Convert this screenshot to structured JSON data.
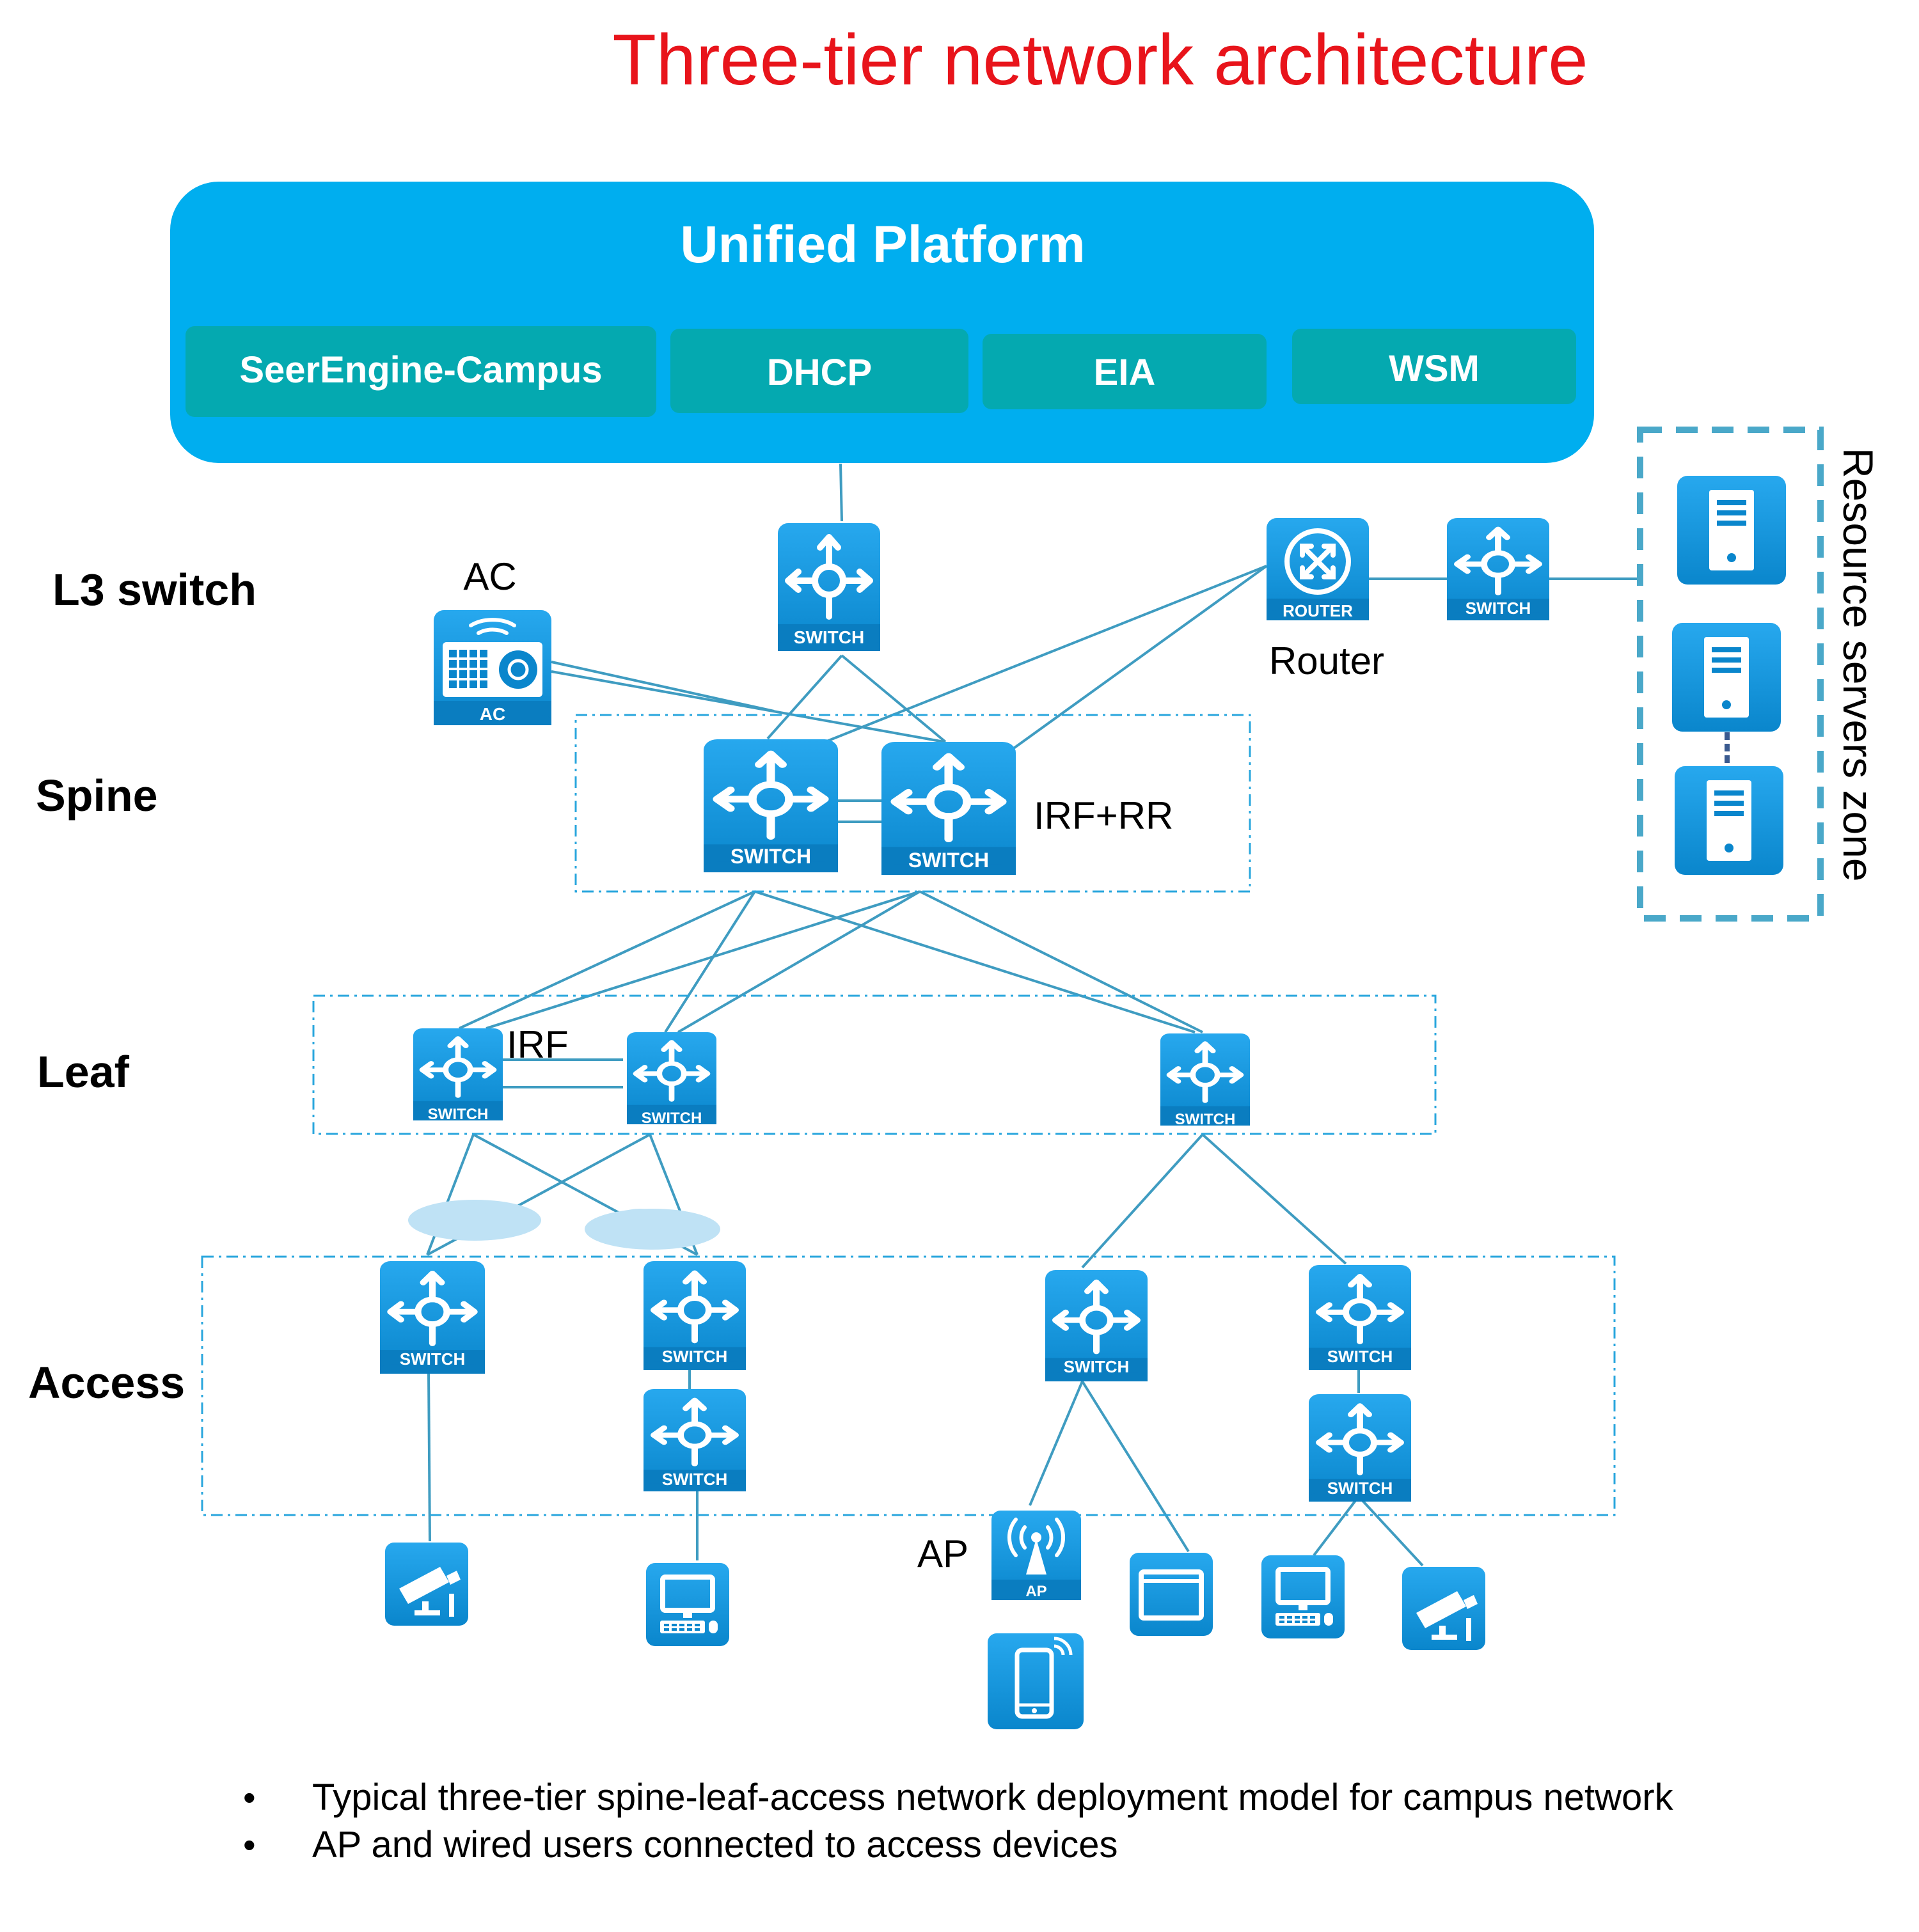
{
  "title": "Three-tier network architecture",
  "platform": {
    "title": "Unified Platform",
    "modules": [
      "SeerEngine-Campus",
      "DHCP",
      "EIA",
      "WSM"
    ]
  },
  "tiers": {
    "l3": "L3 switch",
    "spine": "Spine",
    "leaf": "Leaf",
    "access": "Access"
  },
  "labels": {
    "ac": "AC",
    "router": "Router",
    "irf_rr": "IRF+RR",
    "irf": "IRF",
    "ap": "AP",
    "resource_zone": "Resource servers zone"
  },
  "device_captions": {
    "switch": "SWITCH",
    "router": "ROUTER",
    "ac": "AC",
    "ap": "AP"
  },
  "notes": [
    "Typical three-tier spine-leaf-access network deployment model for campus network",
    "AP and wired users connected to access devices"
  ],
  "colors": {
    "title": "#e8141b",
    "platform": "#00aeef",
    "module": "#04a9b0",
    "device": "#0b8fd5",
    "link": "#3f9cc1",
    "zone_border": "#29a6dd",
    "resource_border": "#4aa8c9",
    "cloud": "#bfe2f5"
  }
}
